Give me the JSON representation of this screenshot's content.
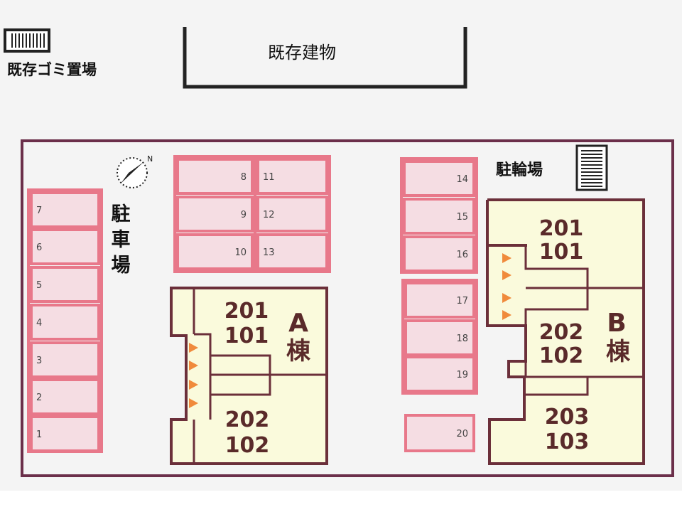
{
  "existing_garbage": {
    "label": "既存ゴミ置場"
  },
  "existing_building": {
    "label": "既存建物"
  },
  "parking_label": {
    "chars": [
      "駐",
      "車",
      "場"
    ]
  },
  "bicycle_parking": {
    "label": "駐輪場"
  },
  "compass": {
    "mark": "N"
  },
  "parking_spaces": {
    "left_column": [
      "7",
      "6",
      "5",
      "4",
      "3",
      "2",
      "1"
    ],
    "center_left": [
      "8",
      "9",
      "10"
    ],
    "center_right": [
      "11",
      "12",
      "13"
    ],
    "right_top": [
      "14",
      "15",
      "16"
    ],
    "right_mid": [
      "17",
      "18",
      "19"
    ],
    "right_bottom": [
      "20"
    ]
  },
  "building_a": {
    "name_letter": "A",
    "name_suffix": "棟",
    "units_top": [
      "201",
      "101"
    ],
    "units_bottom": [
      "202",
      "102"
    ]
  },
  "building_b": {
    "name_letter": "B",
    "name_suffix": "棟",
    "units_top": [
      "201",
      "101"
    ],
    "units_mid": [
      "202",
      "102"
    ],
    "units_bottom": [
      "203",
      "103"
    ]
  },
  "colors": {
    "site_bg": "#f4f4f4",
    "site_border": "#6b2f4a",
    "parking_fill": "#f5dde3",
    "parking_border": "#e8788a",
    "building_fill": "#fafadc",
    "building_border": "#6b2f3a",
    "unit_text": "#5a2a2a",
    "entrance_arrow": "#f08a3c"
  }
}
